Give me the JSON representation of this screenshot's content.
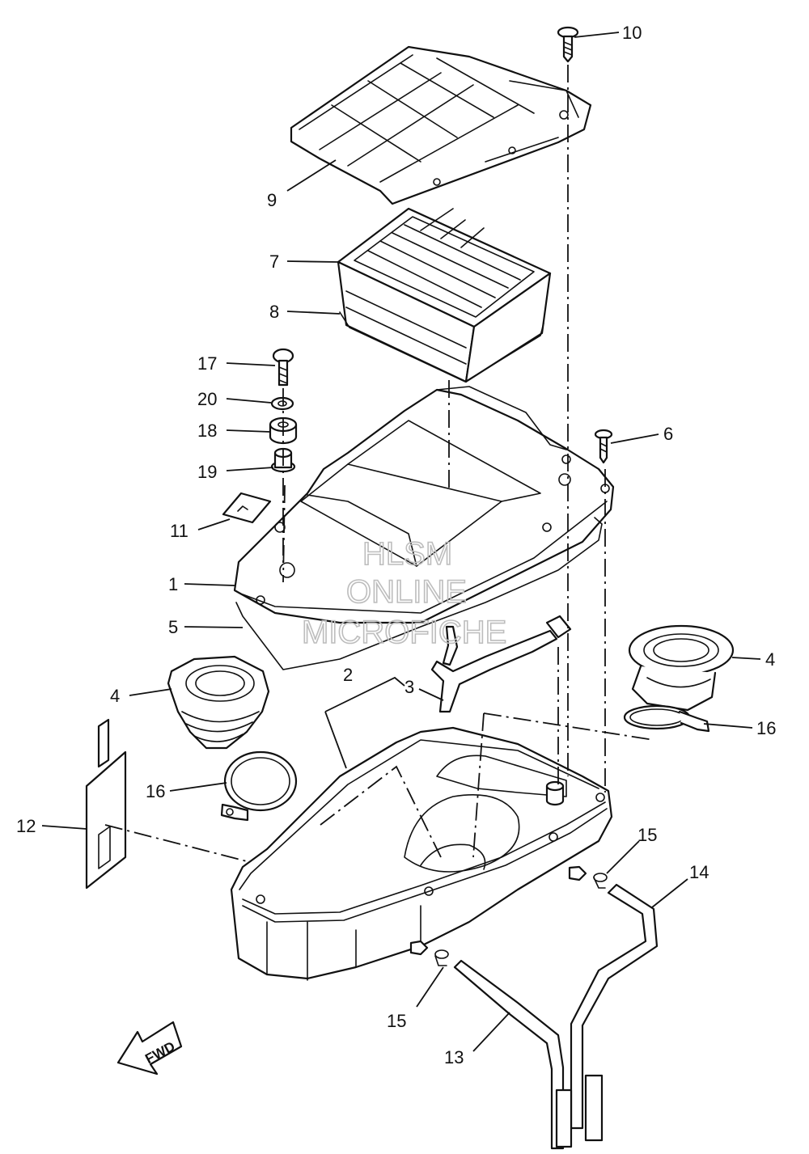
{
  "callouts": [
    "1",
    "2",
    "3",
    "4",
    "4",
    "5",
    "6",
    "7",
    "8",
    "9",
    "10",
    "11",
    "12",
    "13",
    "14",
    "15",
    "15",
    "16",
    "16",
    "17",
    "18",
    "19",
    "20"
  ],
  "watermark": [
    "HLSM",
    "ONLINE",
    "MICROFICHE"
  ],
  "direction_label": "FWD",
  "colors": {
    "line": "#111111",
    "background": "#ffffff",
    "watermark": "#bdbdbd"
  }
}
